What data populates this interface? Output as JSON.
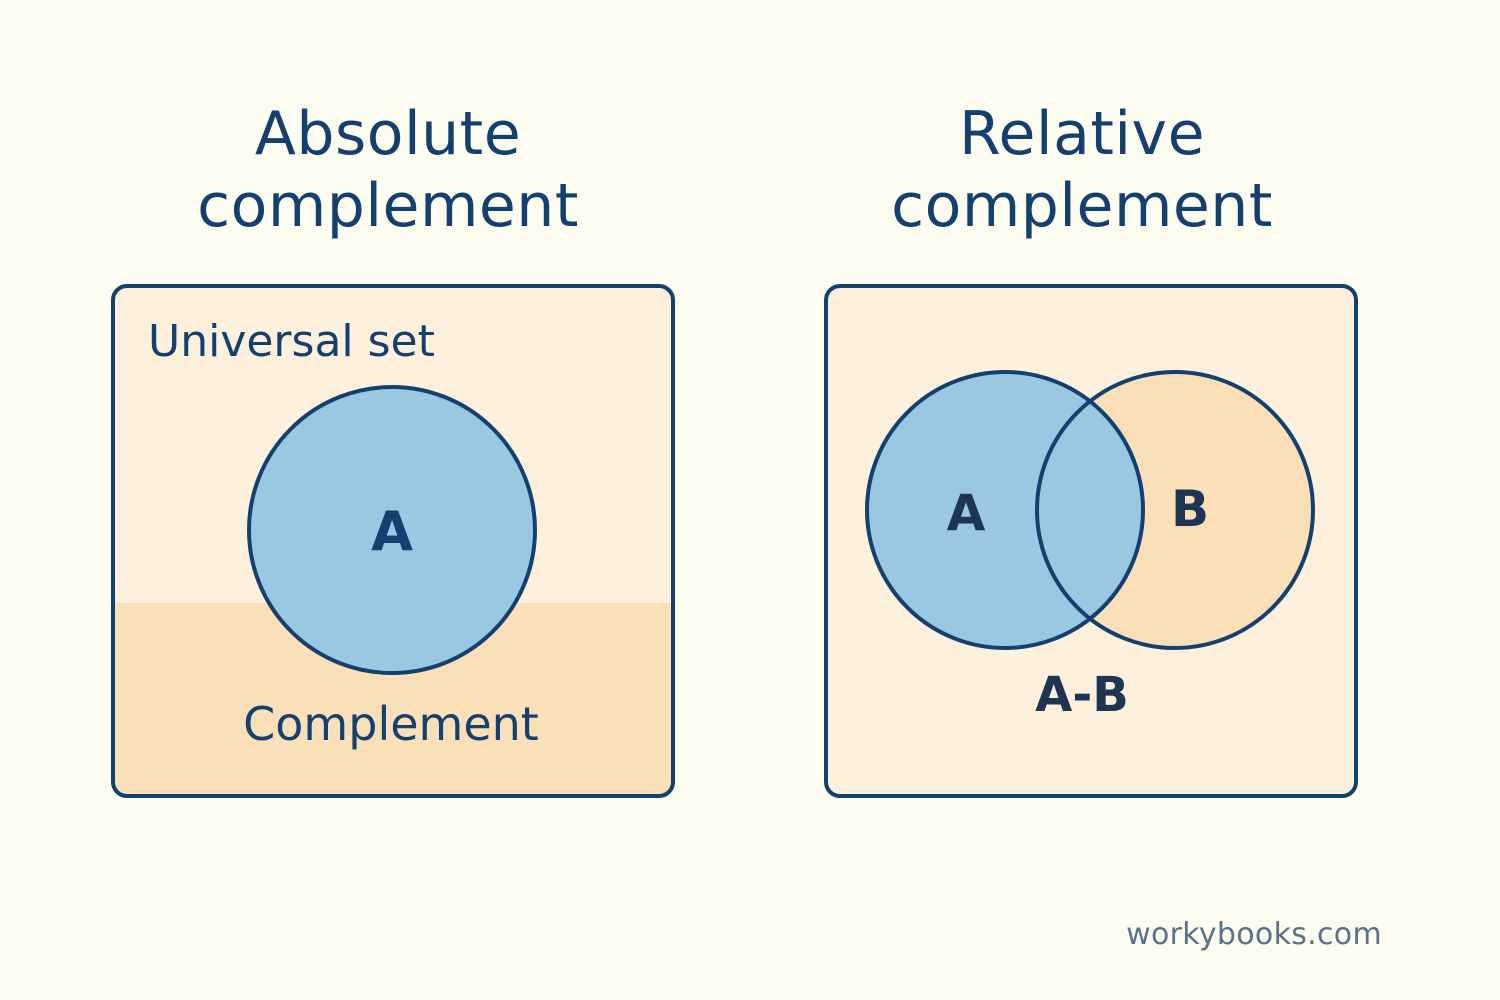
{
  "panels": {
    "absolute": {
      "title_line1": "Absolute",
      "title_line2": "complement",
      "universal_label": "Universal set",
      "set_label": "A",
      "complement_label": "Complement"
    },
    "relative": {
      "title_line1": "Relative",
      "title_line2": "complement",
      "set_a_label": "A",
      "set_b_label": "B",
      "difference_label": "A-B"
    }
  },
  "watermark": "workybooks.com",
  "colors": {
    "background": "#fdfcf1",
    "outline": "#13406f",
    "set_blue": "#9ac8e3",
    "light_peach": "#fdf0dc",
    "peach": "#fbdfb9",
    "text": "#13406f"
  }
}
